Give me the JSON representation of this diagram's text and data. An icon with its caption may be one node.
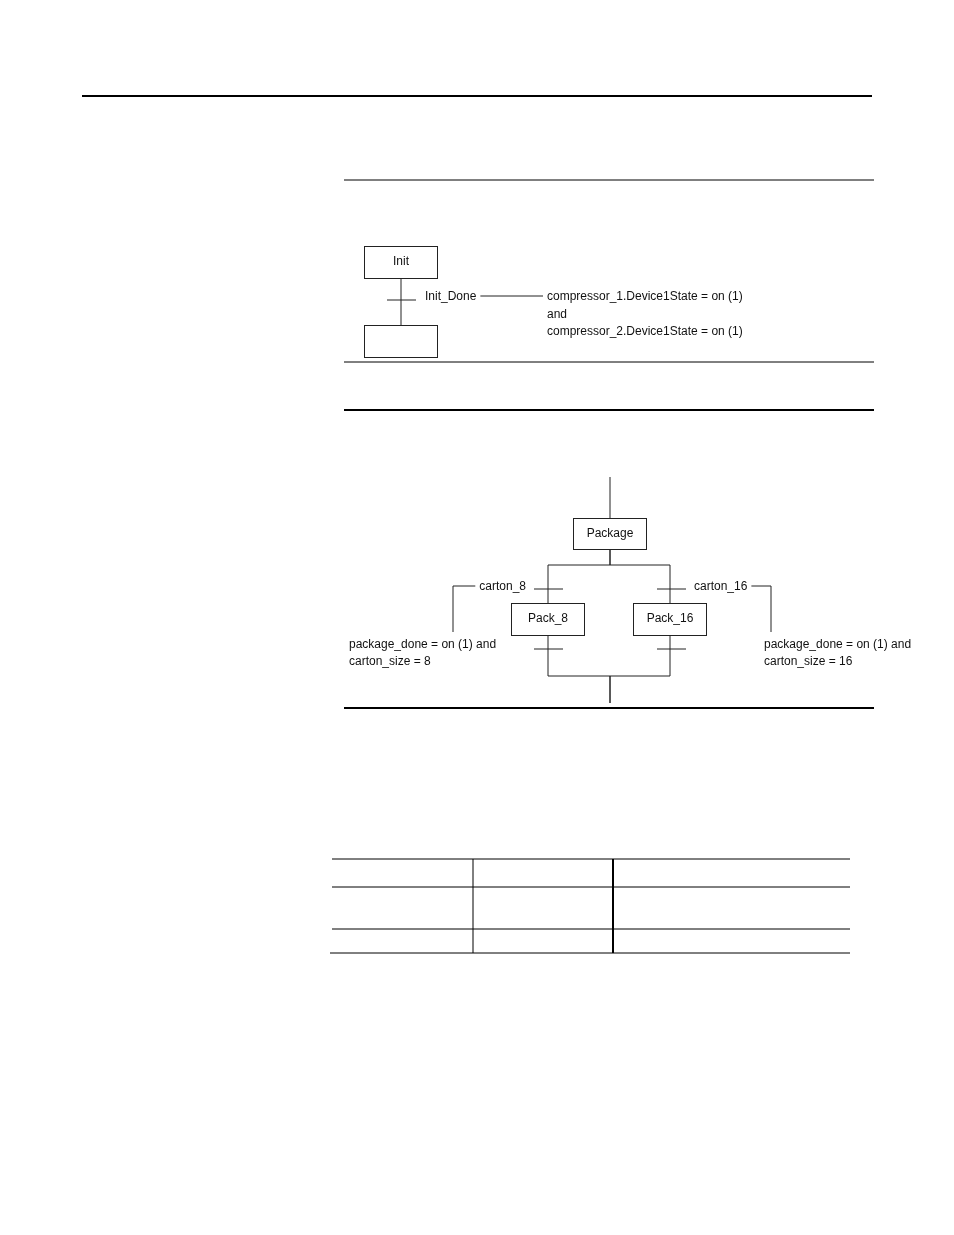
{
  "diagram": {
    "nodes": [
      {
        "text": [
          "Init"
        ]
      },
      {
        "text": [],
        "shape": "box"
      },
      {
        "text": [
          "Init_Done"
        ]
      },
      {
        "text": [
          "compressor_1.Device1State = on (1)",
          "and",
          "compressor_2.Device1State = on (1)"
        ]
      },
      {
        "text": [
          "Package"
        ]
      },
      {
        "text": [
          "Pack_8"
        ]
      },
      {
        "text": [
          "Pack_16"
        ]
      },
      {
        "text": [
          "carton_8"
        ]
      },
      {
        "text": [
          "carton_16"
        ]
      },
      {
        "text": [
          "package_done = on (1) and carton_size = 8"
        ]
      },
      {
        "text": [
          "package_done = on (1) and carton_size = 16"
        ]
      }
    ],
    "edges": [
      {
        "from": 0,
        "to": 1,
        "arrow": "none"
      },
      {
        "from": 2,
        "to": 3,
        "arrow": "none"
      },
      {
        "from": null,
        "to": 4,
        "arrow": "none"
      },
      {
        "from": 4,
        "to": 5,
        "arrow": "none"
      },
      {
        "from": 4,
        "to": 6,
        "arrow": "none"
      },
      {
        "from": 7,
        "to": 9,
        "arrow": "none"
      },
      {
        "from": 8,
        "to": 10,
        "arrow": "none"
      },
      {
        "from": 5,
        "to": null,
        "arrow": "none"
      },
      {
        "from": 6,
        "to": null,
        "arrow": "none"
      }
    ]
  }
}
